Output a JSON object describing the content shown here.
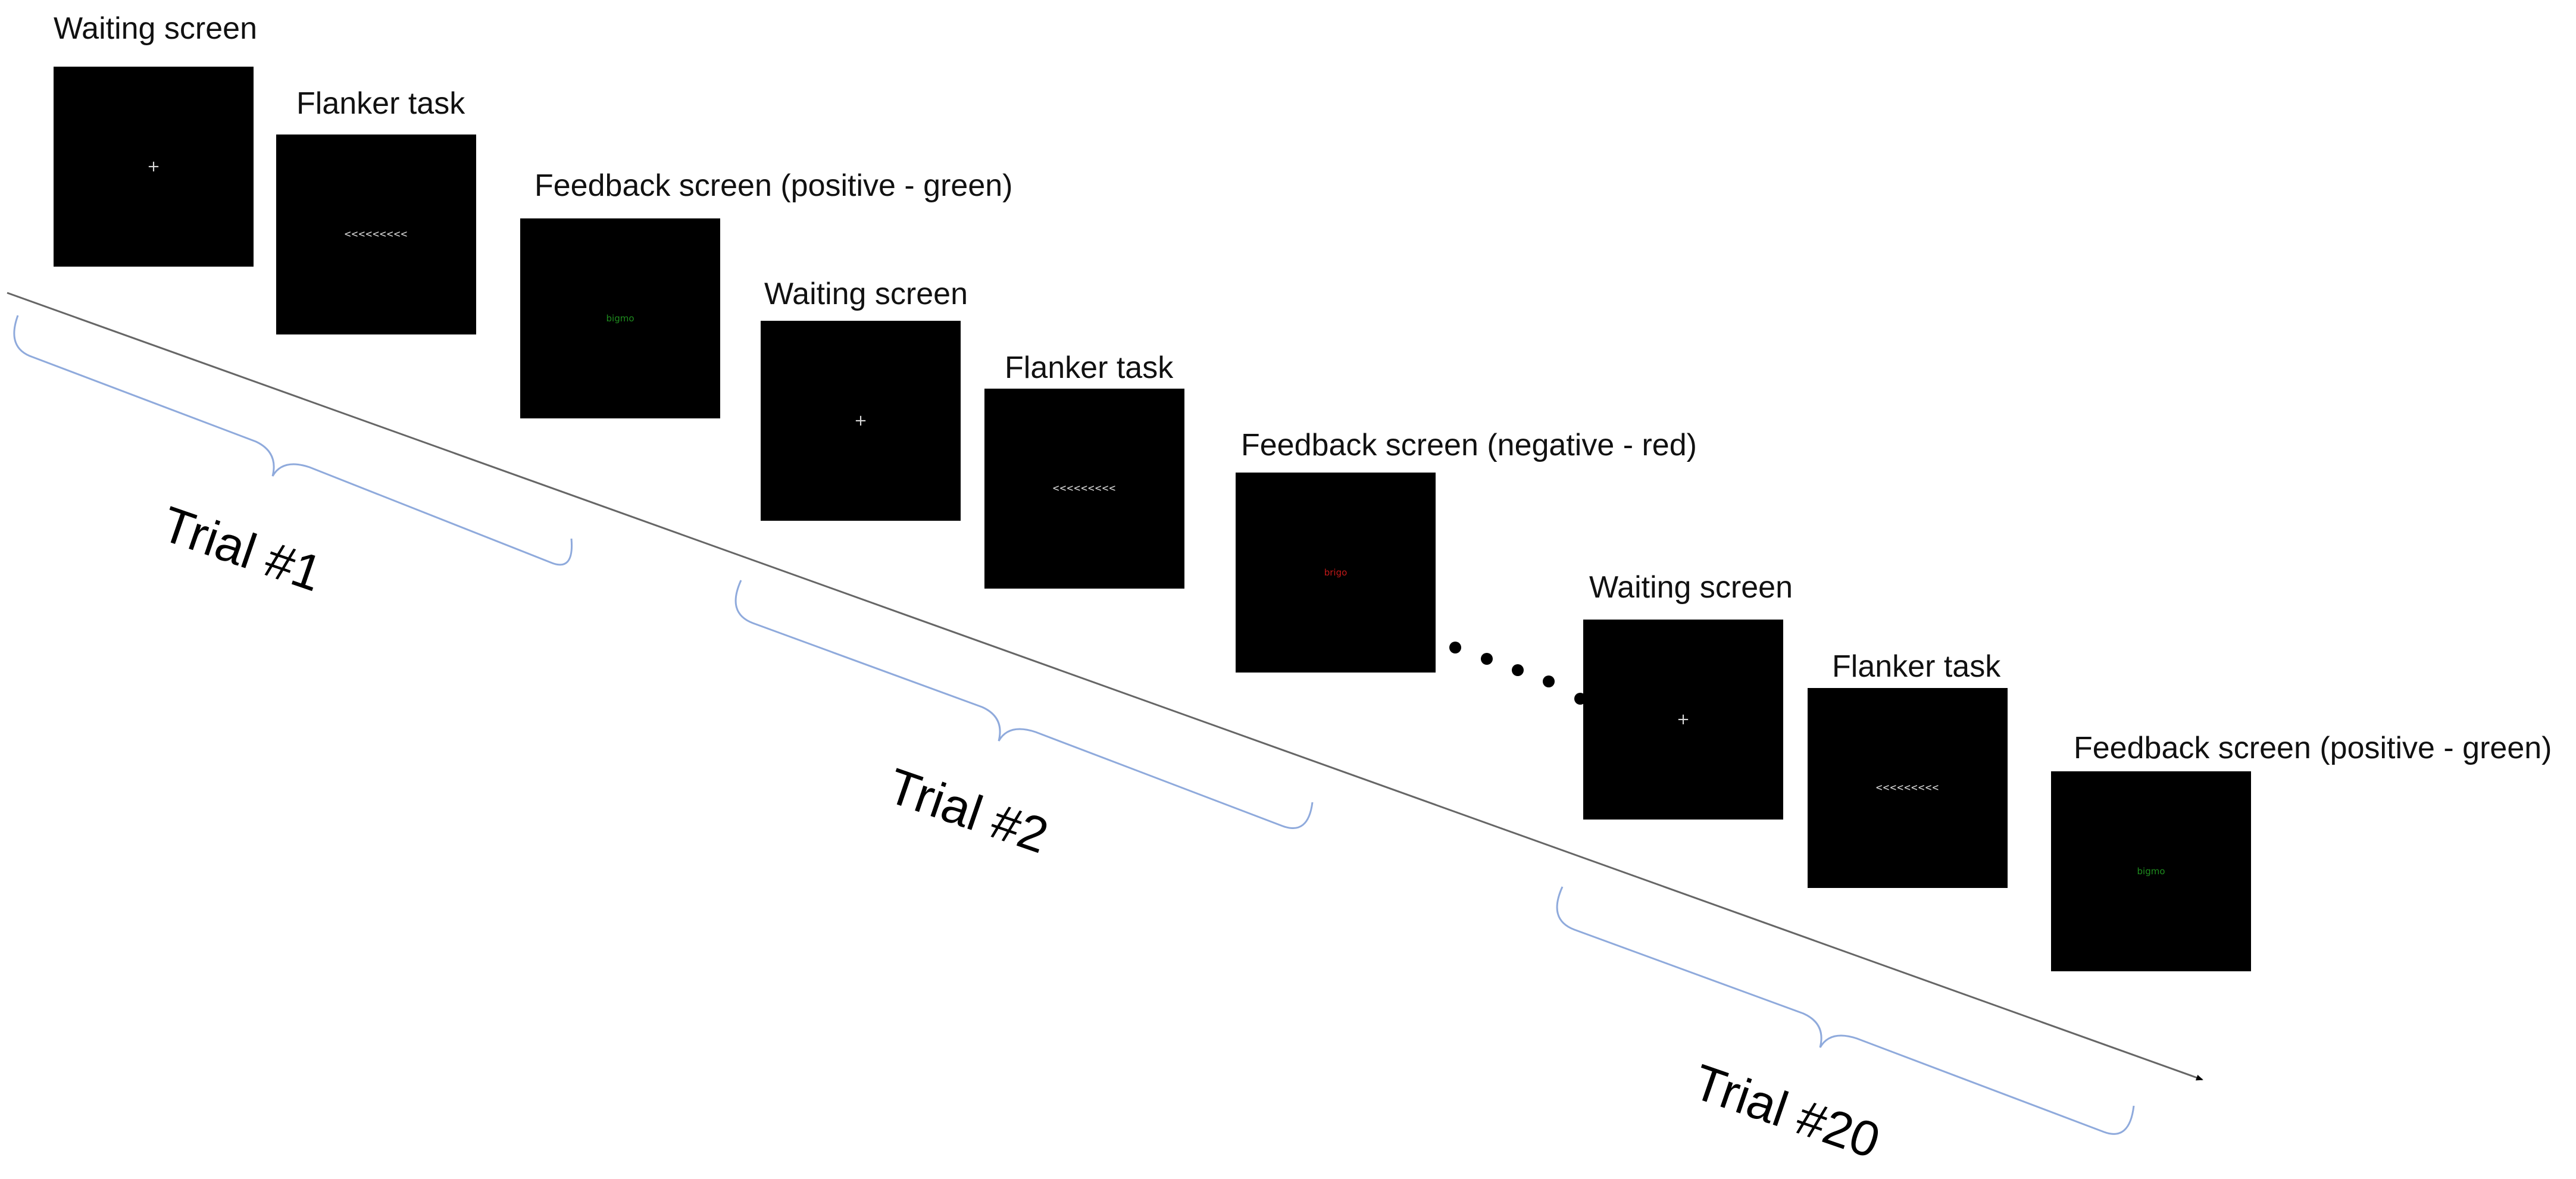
{
  "colors": {
    "screen_bg": "#000000",
    "fixation": "#d9d9d9",
    "arrows": "#d9d9d9",
    "positive": "#1e8c1e",
    "negative": "#c01818",
    "timeline": "#666666",
    "brace": "#8faadc"
  },
  "screens": [
    {
      "type": "waiting",
      "label": "Waiting screen",
      "glyph": "+"
    },
    {
      "type": "flanker",
      "label": "Flanker task",
      "glyph": "<<<<<<<<<"
    },
    {
      "type": "feedback",
      "label": "Feedback screen (positive - green)",
      "glyph": "bigmo",
      "tone": "positive"
    },
    {
      "type": "waiting",
      "label": "Waiting screen",
      "glyph": "+"
    },
    {
      "type": "flanker",
      "label": "Flanker task",
      "glyph": "<<<<<<<<<"
    },
    {
      "type": "feedback",
      "label": "Feedback screen (negative - red)",
      "glyph": "brigo",
      "tone": "negative"
    },
    {
      "type": "waiting",
      "label": "Waiting screen",
      "glyph": "+"
    },
    {
      "type": "flanker",
      "label": "Flanker task",
      "glyph": "<<<<<<<<<"
    },
    {
      "type": "feedback",
      "label": "Feedback screen (positive - green)",
      "glyph": "bigmo",
      "tone": "positive"
    }
  ],
  "trials": [
    "Trial #1",
    "Trial #2",
    "Trial #20"
  ]
}
